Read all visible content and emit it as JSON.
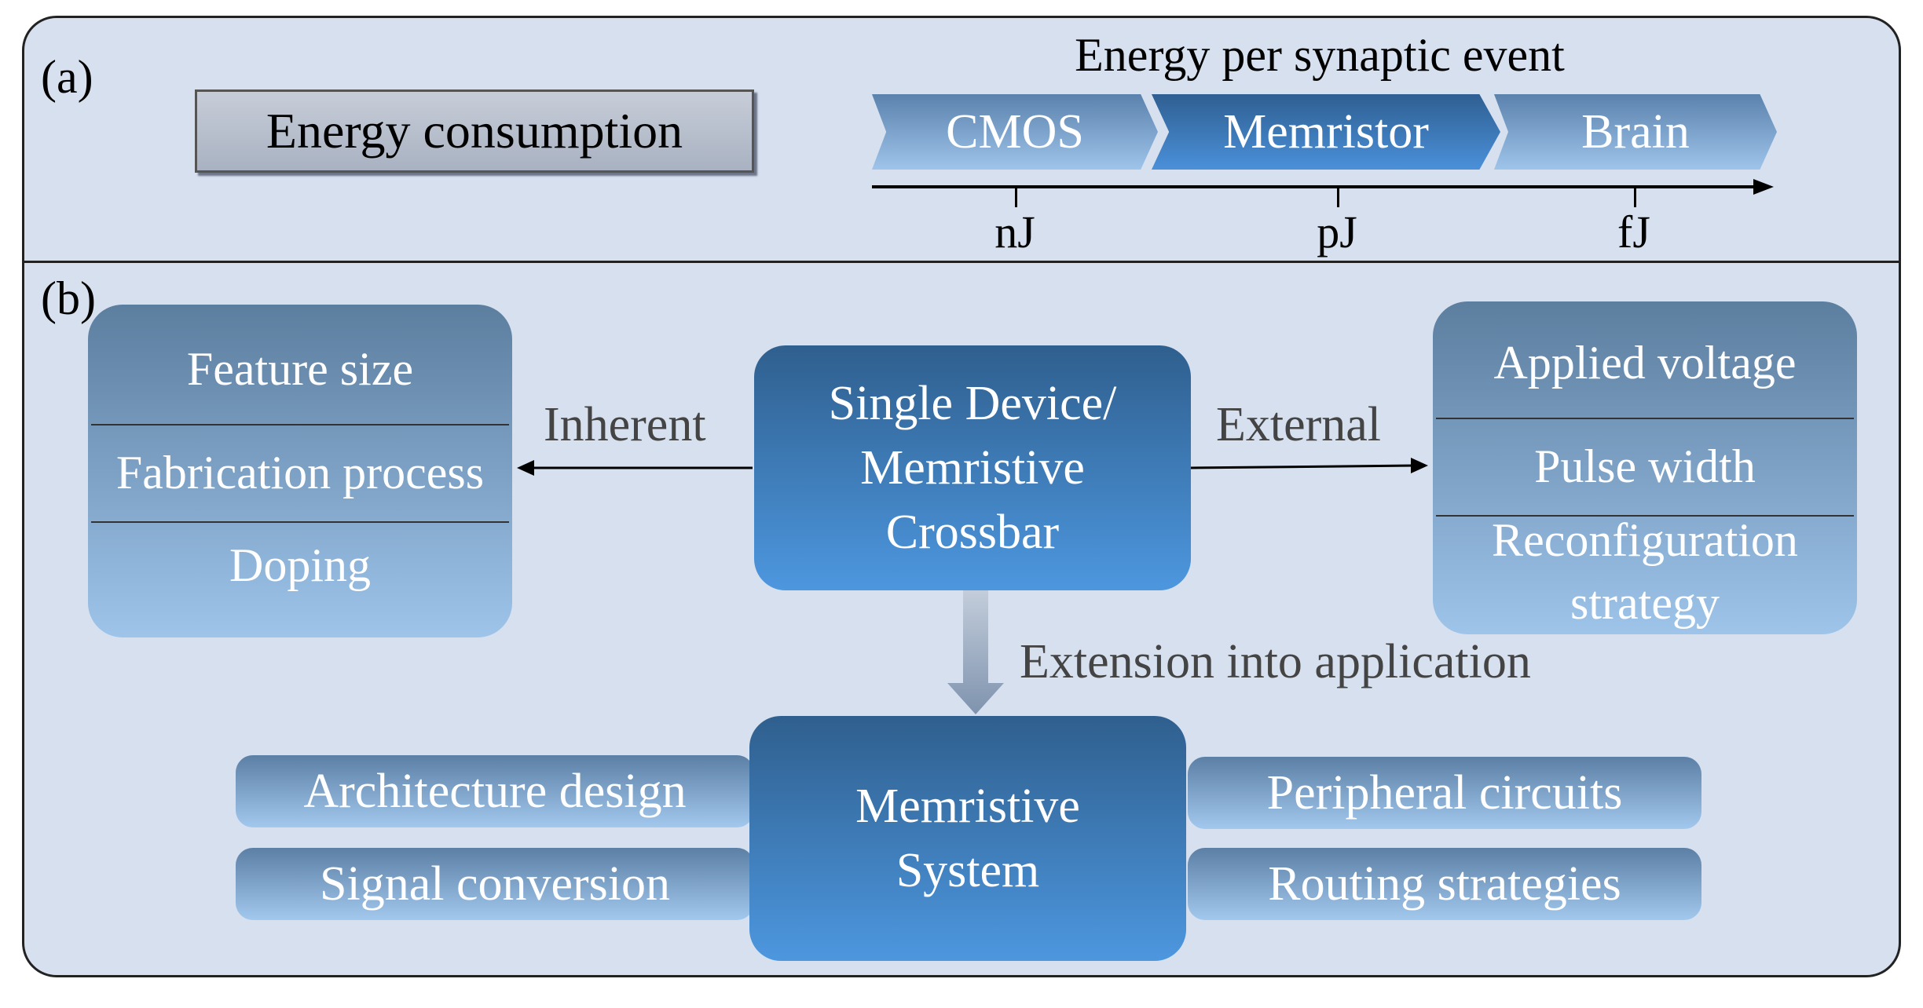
{
  "panel_a": {
    "label": "(a)",
    "energy_box": "Energy consumption",
    "title": "Energy per synaptic event",
    "stages": [
      "CMOS",
      "Memristor",
      "Brain"
    ],
    "ticks": [
      "nJ",
      "pJ",
      "fJ"
    ]
  },
  "panel_b": {
    "label": "(b)",
    "inherent_box": [
      "Feature size",
      "Fabrication process",
      "Doping"
    ],
    "center_lines": [
      "Single Device/",
      "Memristive",
      "Crossbar"
    ],
    "external_box": [
      "Applied voltage",
      "Pulse width",
      "Reconfiguration",
      "strategy"
    ],
    "inherent_label": "Inherent",
    "external_label": "External",
    "extension_label": "Extension into application",
    "system_lines": [
      "Memristive",
      "System"
    ],
    "left_pills": [
      "Architecture design",
      "Signal conversion"
    ],
    "right_pills": [
      "Peripheral circuits",
      "Routing strategies"
    ]
  },
  "colors": {
    "background": "#d6e0ef",
    "box_dark": "#2f5f8e",
    "box_light": "#9ec4ea",
    "stroke": "#222222"
  }
}
